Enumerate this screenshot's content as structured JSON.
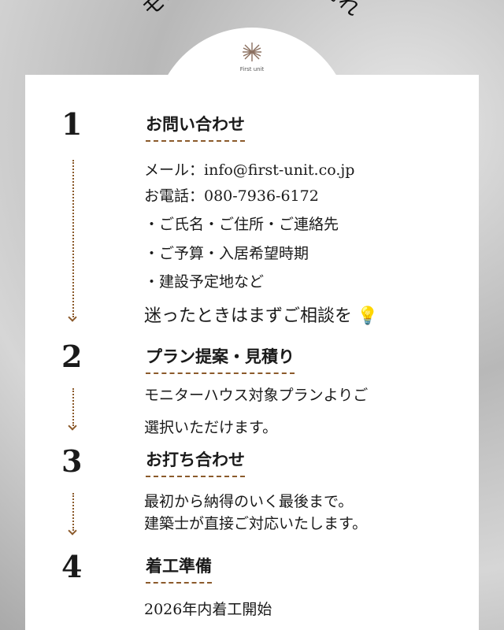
{
  "title": "モニターハウスの流れ",
  "logo_text": "First unit",
  "steps": [
    {
      "number": "1",
      "heading": "お問い合わせ",
      "lines": [
        "メール：info@first-unit.co.jp",
        "お電話：080-7936-6172",
        "・ご氏名・ご住所・ご連絡先",
        "・ご予算・入居希望時期",
        "・建設予定地など"
      ],
      "note": "迷ったときはまずご相談を"
    },
    {
      "number": "2",
      "heading": "プラン提案・見積り",
      "lines": [
        "モニターハウス対象プランよりご",
        "選択いただけます。"
      ]
    },
    {
      "number": "3",
      "heading": "お打ち合わせ",
      "lines": [
        "最初から納得のいく最後まで。",
        "建築士が直接ご対応いたします。"
      ]
    },
    {
      "number": "4",
      "heading": "着工準備",
      "lines": [
        "2026年内着工開始"
      ]
    }
  ]
}
